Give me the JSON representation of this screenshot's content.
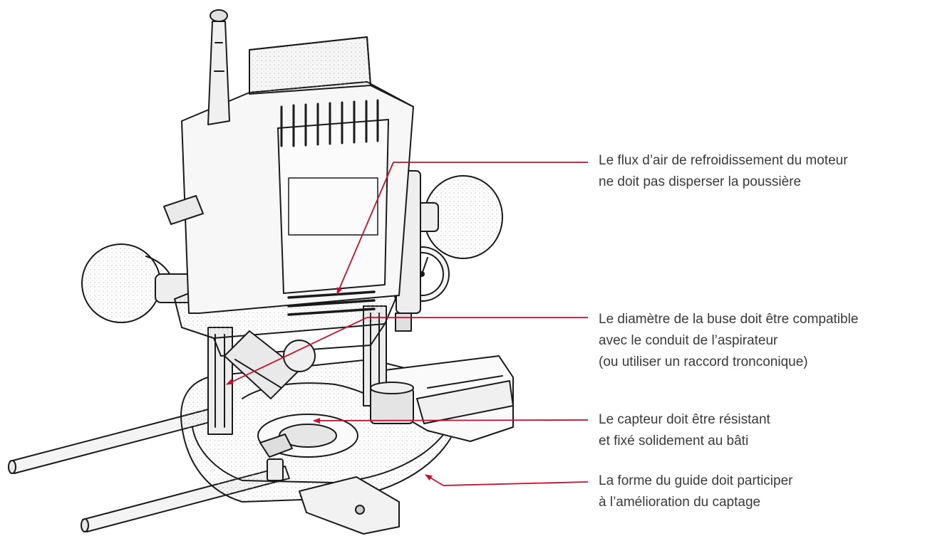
{
  "annotations": [
    {
      "lines": [
        "Le flux d’air de refroidissement du moteur",
        "ne doit pas disperser la poussière"
      ],
      "target": "motor-vents"
    },
    {
      "lines": [
        "Le diamètre de la buse doit être compatible",
        "avec le conduit de l’aspirateur",
        "(ou utiliser un raccord tronconique)"
      ],
      "target": "dust-nozzle"
    },
    {
      "lines": [
        "Le capteur doit être résistant",
        "et fixé solidement au bâti"
      ],
      "target": "dust-collector"
    },
    {
      "lines": [
        "La forme du guide doit participer",
        "à l’amélioration du captage"
      ],
      "target": "parallel-guide"
    }
  ],
  "colors": {
    "leader": "#c8102e",
    "ink": "#1a1a1a",
    "text": "#3a3a3a"
  }
}
